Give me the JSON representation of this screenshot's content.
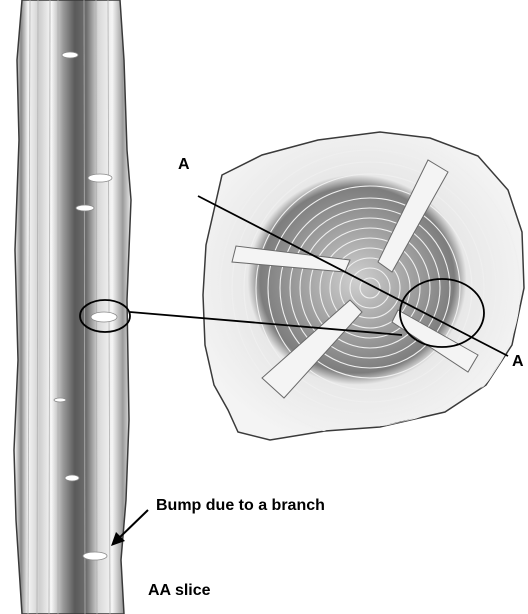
{
  "labels": {
    "section_start": "A",
    "section_end": "A",
    "bump_annotation": "Bump due to a branch",
    "slice_caption": "AA slice"
  },
  "colors": {
    "background": "#ffffff",
    "ink": "#000000",
    "wood_light": "#f2f2f2",
    "wood_dark": "#4a4a4a",
    "ring": "#9a9a9a"
  }
}
